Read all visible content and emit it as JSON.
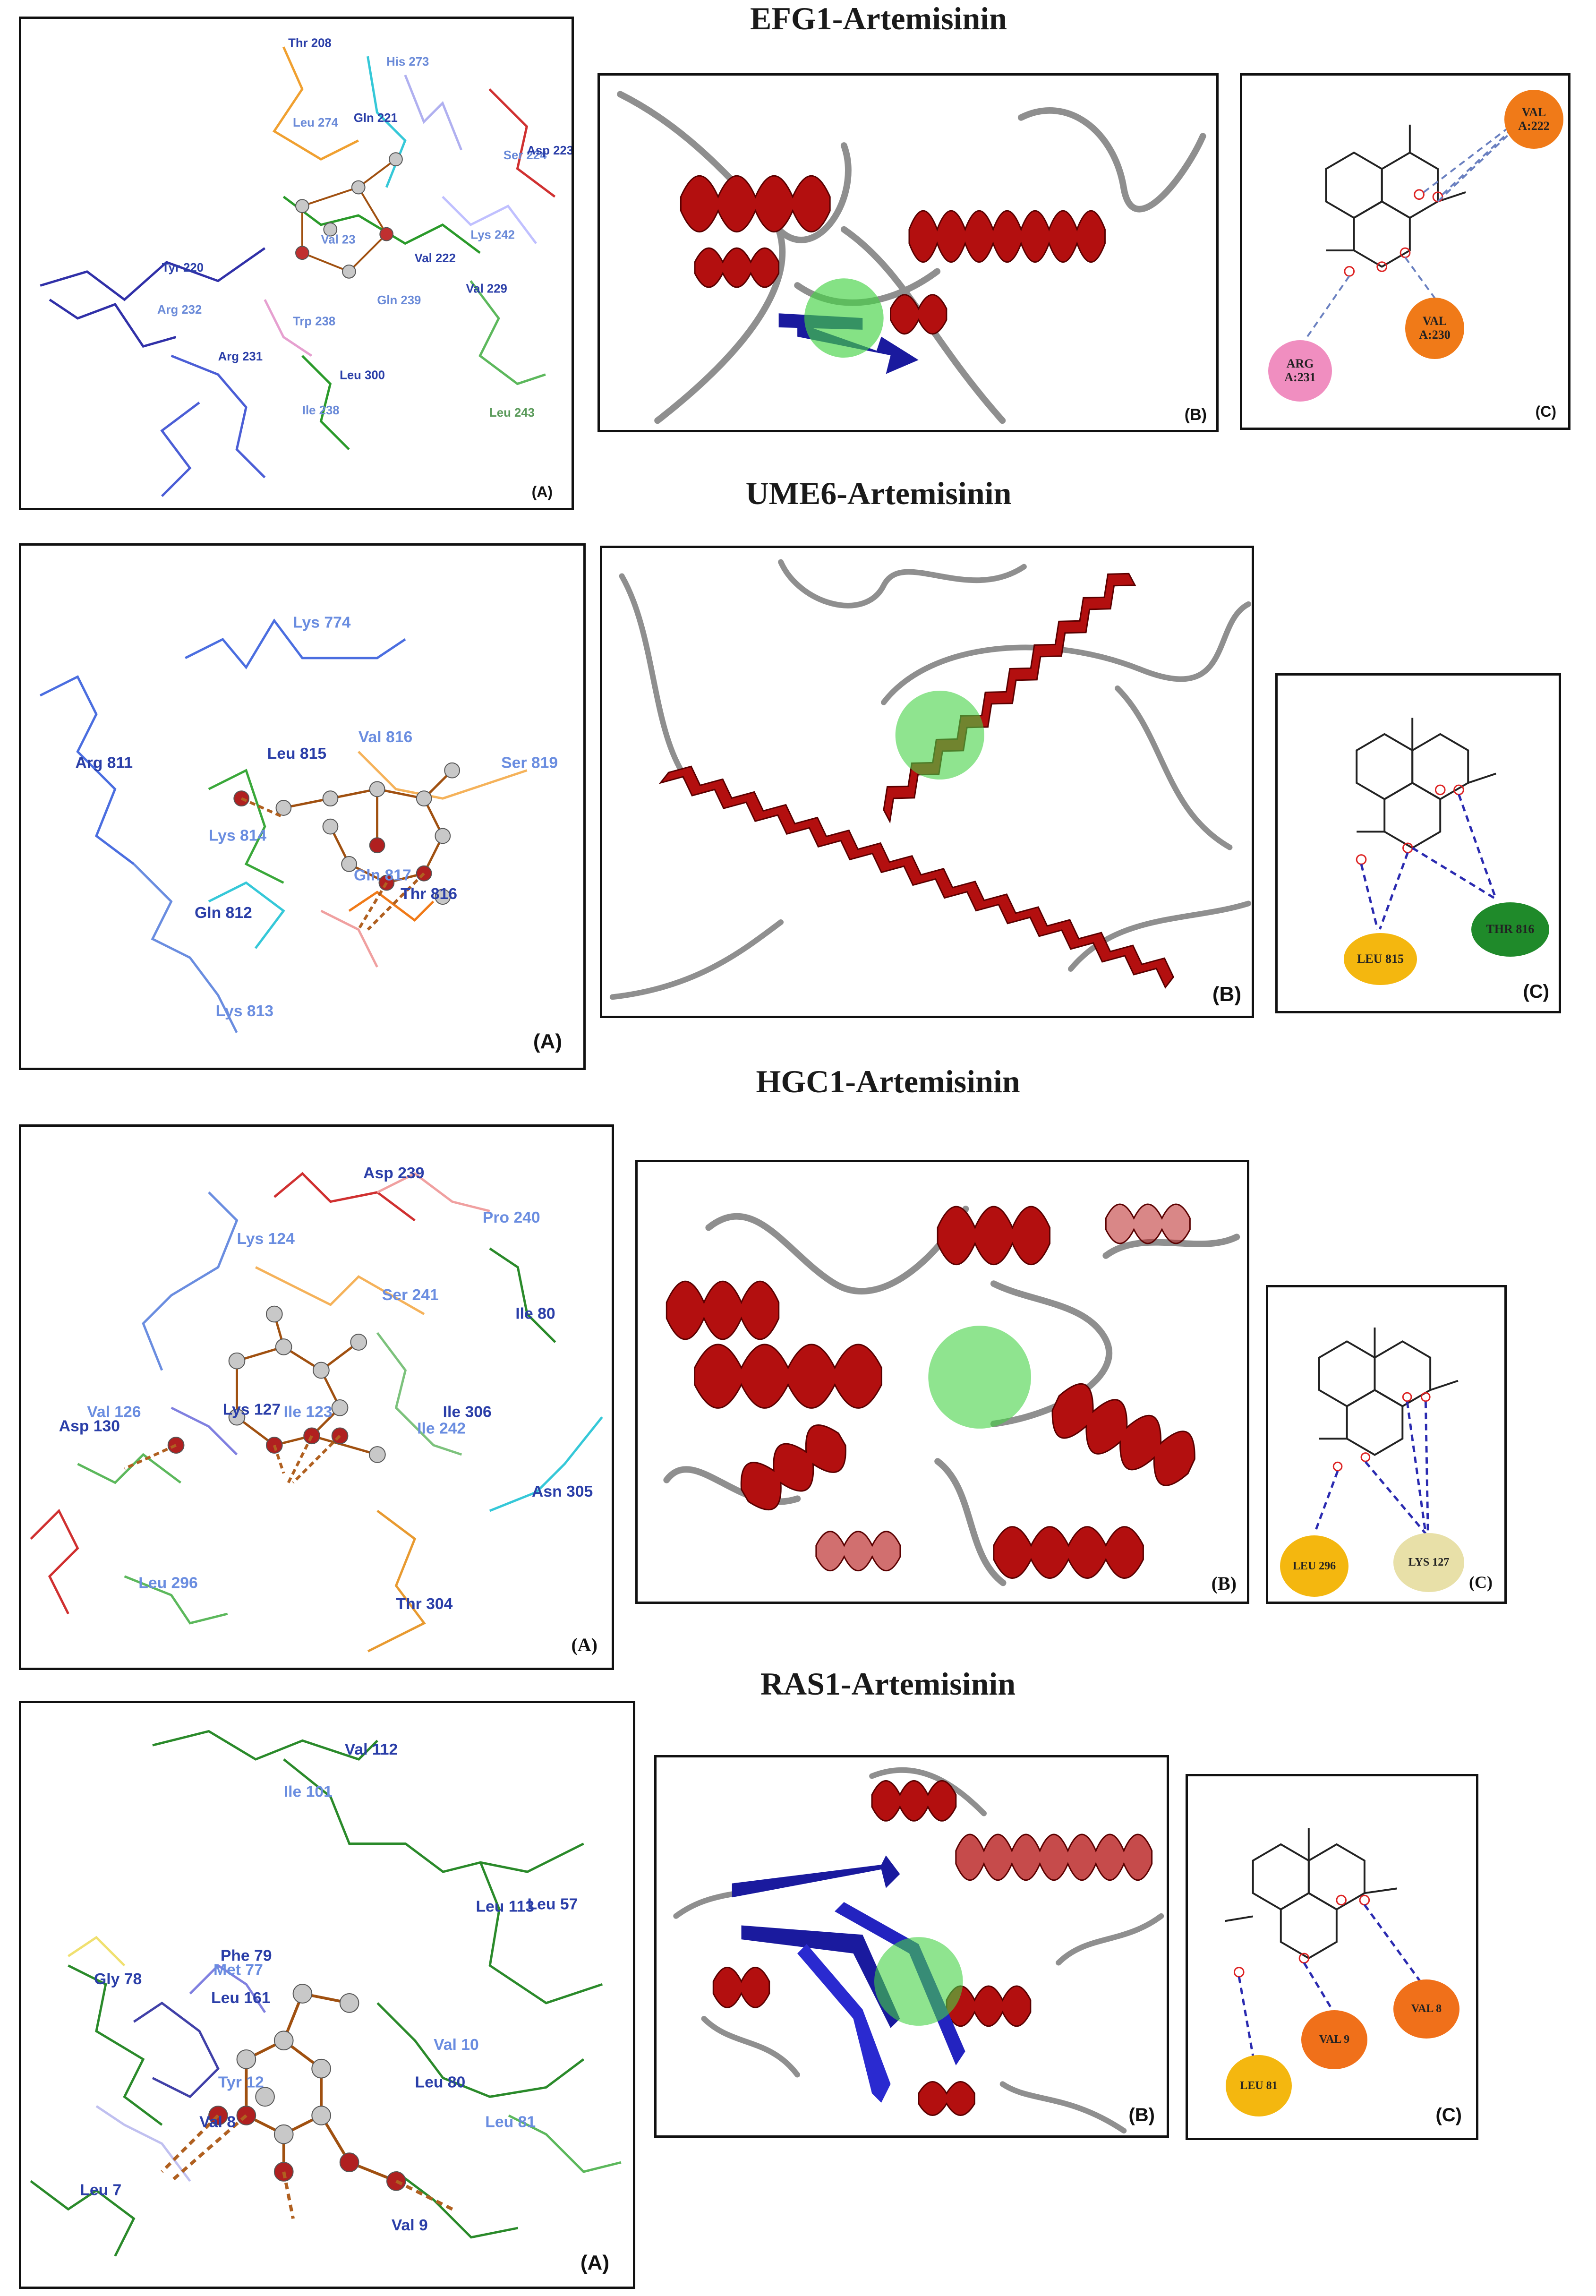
{
  "colors": {
    "helix": "#b30f0f",
    "sheet": "#1a1a9e",
    "loop": "#8a8a8a",
    "pocket": "#44d244",
    "hbond": "#2a2ab0",
    "pink_residue": "#f08ec0",
    "orange_residue": "#f07a18",
    "yellow_residue": "#f4b70f",
    "green_residue": "#1f8a2a",
    "cream_residue": "#e8e0a8"
  },
  "sections": [
    {
      "title": "EFG1-Artemisinin",
      "panel_a_label": "(A)",
      "panel_b_label": "(B)",
      "panel_c_label": "(C)",
      "residues": [
        "Thr 208",
        "His 273",
        "Leu 274",
        "Gln 221",
        "Ser 224",
        "Asp 223",
        "Val 23",
        "Lys 242",
        "Tyr 220",
        "Val 222",
        "Val 229",
        "Arg 232",
        "Trp 238",
        "Gln 239",
        "Arg 231",
        "Leu 300",
        "Ile 238",
        "Leu 243"
      ],
      "interactions": [
        "VAL\nA:222",
        "VAL\nA:230",
        "ARG\nA:231"
      ]
    },
    {
      "title": "UME6-Artemisinin",
      "panel_a_label": "(A)",
      "panel_b_label": "(B)",
      "panel_c_label": "(C)",
      "residues": [
        "Lys 774",
        "Arg 811",
        "Leu 815",
        "Val 816",
        "Ser 819",
        "Lys 814",
        "Gln 817",
        "Thr 816",
        "Gln 812",
        "Lys 813"
      ],
      "interactions": [
        "LEU 815",
        "THR 816"
      ]
    },
    {
      "title": "HGC1-Artemisinin",
      "panel_a_label": "(A)",
      "panel_b_label": "(B)",
      "panel_c_label": "(C)",
      "residues": [
        "Asp 239",
        "Pro 240",
        "Lys 124",
        "Ser 241",
        "Ile 80",
        "Val 126",
        "Lys 127",
        "Ile 123",
        "Asp 130",
        "Ile 306",
        "Ile 242",
        "Asn 305",
        "Leu 296",
        "Thr 304"
      ],
      "interactions": [
        "LEU 296",
        "LYS 127"
      ]
    },
    {
      "title": "RAS1-Artemisinin",
      "panel_a_label": "(A)",
      "panel_b_label": "(B)",
      "panel_c_label": "(C)",
      "residues": [
        "Val 112",
        "Ile 101",
        "Leu 57",
        "Leu 113",
        "Phe 79",
        "Met 77",
        "Gly 78",
        "Leu 161",
        "Tyr 12",
        "Val 10",
        "Leu 80",
        "Val 8",
        "Leu 81",
        "Leu 7",
        "Val 9"
      ],
      "interactions": [
        "VAL 8",
        "VAL 9",
        "LEU 81"
      ]
    }
  ]
}
